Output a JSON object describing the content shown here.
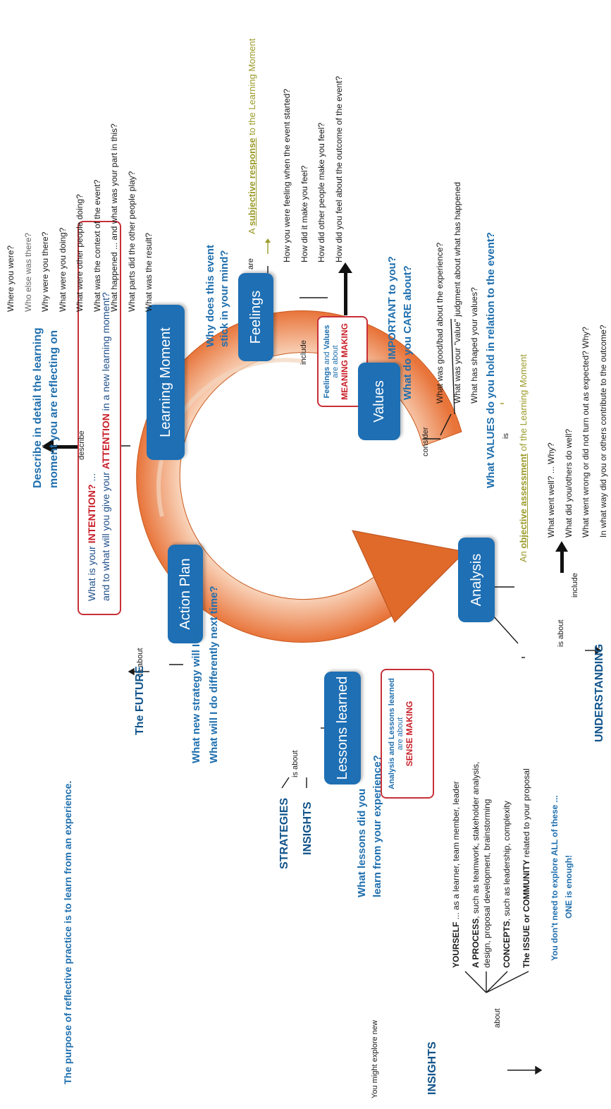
{
  "purpose": "The purpose of reflective practice is to learn from an experience.",
  "colors": {
    "node": "#1e6fb4",
    "heading": "#1f6fae",
    "box_border": "#c83038",
    "accent_red": "#c8202a",
    "olive": "#9a9a2a",
    "cycle": "#e8743a"
  },
  "nodes": {
    "learning_moment": "Learning Moment",
    "feelings": "Feelings",
    "values": "Values",
    "analysis": "Analysis",
    "lessons": "Lessons learned",
    "action": "Action Plan"
  },
  "intention_box": {
    "line1_pre": "What is your ",
    "line1_key": "INTENTION?",
    "line1_post": " ...",
    "line2_pre": "and to what will you give your ",
    "line2_key": "ATTENTION",
    "line2_post": " in a new learning moment?"
  },
  "learning_moment": {
    "heading1": "Describe in detail the learning",
    "heading2": "moment you are reflecting on",
    "connector": "describe",
    "questions": [
      "Where you were?",
      "Who else was there?",
      "Why were you there?",
      "What were you doing?",
      "What were other people doing?",
      "What was the context of the event?",
      "What happened ... and what was your part in this?",
      "What parts did the other people play?",
      "What was the result?"
    ]
  },
  "feelings": {
    "heading1": "Why does this event",
    "heading2": "stick in your mind?",
    "are": "are",
    "subjective_pre": "A ",
    "subjective_key": "subjective response",
    "subjective_post": " to the Learning Moment",
    "include": "include",
    "questions": [
      "How you were feeling when the event started?",
      "How did it make you feel?",
      "How did other people make you feel?",
      "How did you feel about the outcome of the event?"
    ]
  },
  "meaning_box": {
    "line1_a": "Feelings",
    "line1_b": " and ",
    "line1_c": "Values",
    "line2": "are about",
    "line3": "MEANING MAKING"
  },
  "values": {
    "heading1": "What is IMPORTANT to you?",
    "heading2": "What do you CARE about?",
    "consider": "consider",
    "questions": [
      "What was good/bad about the experience?",
      "What was your \"value\" judgment about what has happened",
      "What has shaped your values?"
    ],
    "footer": "What VALUES do you hold in relation to the event?"
  },
  "analysis": {
    "is": "is",
    "objective_pre": "An ",
    "objective_key": "objective assessment",
    "objective_post": " of the Learning Moment",
    "include": "include",
    "questions": [
      "What went well? ... Why?",
      "What did you/others do well?",
      "What went wrong or did not turn out as expected? Why?",
      "In what way did you or others contribute to the outcome?"
    ],
    "is_about": "is about",
    "understanding": "UNDERSTANDING"
  },
  "sense_box": {
    "line1": "Analysis and Lessons learned",
    "line2": "are about",
    "line3": "SENSE MAKING"
  },
  "lessons": {
    "is_about": "is about",
    "strategies": "STRATEGIES",
    "insights": "INSIGHTS",
    "heading1": "What lessons did you",
    "heading2": "learn from your experience?"
  },
  "action": {
    "is_about": "is about",
    "future": "The FUTURE",
    "heading1": "What new strategy will I try?",
    "heading2": "What will I do differently next time?"
  },
  "insights_block": {
    "might": "You might explore new",
    "title": "INSIGHTS",
    "about": "about",
    "items": [
      {
        "key": "YOURSELF",
        "text": " ... as a learner, team member, leader"
      },
      {
        "key": "A PROCESS",
        "text": ", such as teamwork, stakeholder analysis,",
        "text2": "design, proposal development, brainstorming"
      },
      {
        "key": "CONCEPTS",
        "text": ", such as leadership, complexity"
      },
      {
        "key": "The ISSUE or COMMUNITY",
        "text": " related to your proposal"
      }
    ],
    "note1": "You don't need to explore ALL of these ...",
    "note2": "ONE is enough!"
  }
}
